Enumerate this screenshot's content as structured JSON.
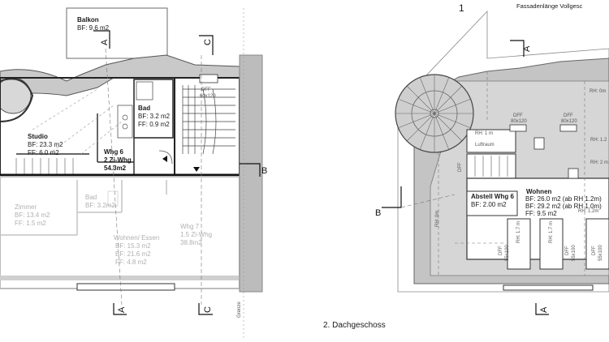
{
  "drawing": {
    "caption": "2. Dachgeschoss",
    "page_number": "1",
    "facade_note": "Fassadenlänge Vollgesc",
    "boundary_note": "Grenze",
    "section_marks": {
      "a": "A",
      "b": "B",
      "c": "C"
    }
  },
  "rooms_left": {
    "balkon": {
      "name": "Balkon",
      "bf": "BF: 9.6 m2"
    },
    "bad": {
      "name": "Bad",
      "bf": "BF: 3.2 m2",
      "ff": "FF: 0.9 m2"
    },
    "studio": {
      "name": "Studio",
      "bf": "BF: 23.3 m2",
      "ff": "FF: 6.0 m2"
    },
    "whg6": {
      "name": "Whg 6",
      "type": "2 Zi-Whg",
      "area": "54.3m2"
    },
    "dff_stair": {
      "label": "DFF",
      "size": "60x120"
    }
  },
  "rooms_left_lower": {
    "zimmer": {
      "name": "Zimmer",
      "bf": "BF: 13.4 m2",
      "ff": "FF:   1.5 m2"
    },
    "bad": {
      "name": "Bad",
      "bf": "BF: 3.2m2"
    },
    "wohnen": {
      "name": "Wohnen/ Essen",
      "bf1": "BF: 15.3 m2",
      "bf2": "BF: 21.6 m2",
      "ff": "FF:   4.8 m2"
    },
    "whg7": {
      "name": "Whg 7",
      "type": "1.5 Zi-Whg",
      "area": "38.8m2"
    }
  },
  "rooms_right": {
    "abstell": {
      "name": "Abstell Whg 6",
      "bf": "BF: 2.00 m2"
    },
    "wohnen": {
      "name": "Wohnen",
      "bf1": "BF: 26.0 m2 (ab RH 1.2m)",
      "bf2": "BF: 29.2 m2 (ab RH 1.0m)",
      "ff": "FF:   9.5 m2"
    },
    "luftraum": "Luftraum",
    "rh_labels": [
      "RH: 0m",
      "RH: 1.2",
      "RH: 2 m",
      "RH: 1 m",
      "RH: 1.7 m",
      "RH: 1.7 m",
      "RH: 1.2m",
      "RH: 0m"
    ],
    "dff_windows": [
      {
        "label": "DFF",
        "size": "80x120"
      },
      {
        "label": "DFF",
        "size": "80x120"
      },
      {
        "label": "DFF",
        "size": "55x100"
      },
      {
        "label": "DFF",
        "size": "55x100"
      },
      {
        "label": "DFF",
        "size": "55x100"
      },
      {
        "label": "DFF",
        "size": ""
      }
    ]
  }
}
